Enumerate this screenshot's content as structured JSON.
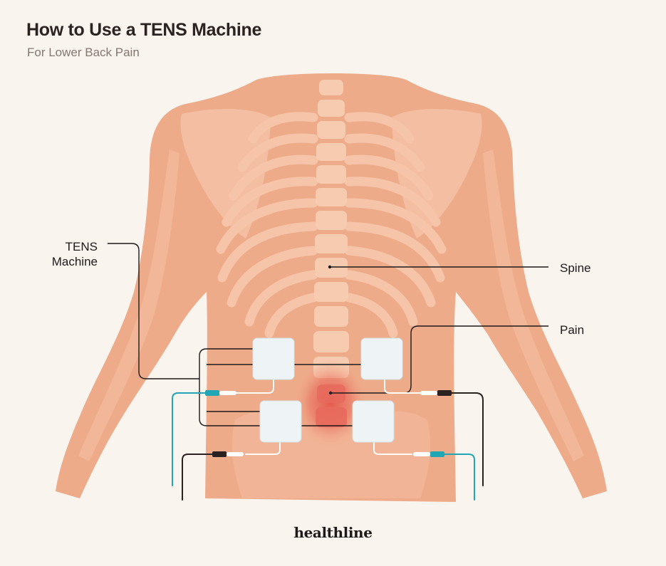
{
  "header": {
    "title": "How to Use a TENS Machine",
    "subtitle": "For Lower Back Pain"
  },
  "labels": {
    "tens_line1": "TENS",
    "tens_line2": "Machine",
    "spine": "Spine",
    "pain": "Pain"
  },
  "brand": {
    "logo_text": "healthline"
  },
  "colors": {
    "background": "#faf4ee",
    "skin": "#eeab8a",
    "bone": "#f6c4a8",
    "pain": "#e4574c",
    "pad": "#eef4f6",
    "lead_teal": "#20a6b5",
    "lead_dark": "#2a2220"
  }
}
